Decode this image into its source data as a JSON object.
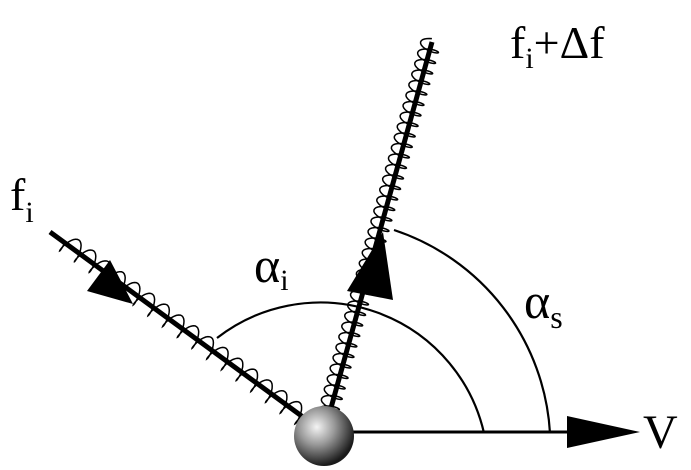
{
  "labels": {
    "incident_frequency": {
      "main": "f",
      "sub": "i"
    },
    "scattered_frequency": {
      "main": "f",
      "sub": "i",
      "suffix": "+Δf"
    },
    "incident_angle": {
      "main": "α",
      "sub": "i"
    },
    "scattered_angle": {
      "main": "α",
      "sub": "s"
    },
    "velocity": "V"
  },
  "colors": {
    "ink": "#000000",
    "background": "#ffffff",
    "sphere_light": "#f2f2f2",
    "sphere_dark": "#1a1a1a"
  }
}
